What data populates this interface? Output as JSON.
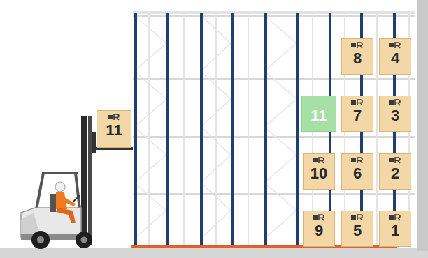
{
  "diagram": {
    "nodes": [
      {
        "text": [
          "8"
        ]
      },
      {
        "text": [
          "4"
        ]
      },
      {
        "text": [
          "11"
        ]
      },
      {
        "text": [
          "7"
        ]
      },
      {
        "text": [
          "3"
        ]
      },
      {
        "text": [
          "11"
        ]
      },
      {
        "text": [
          "10"
        ]
      },
      {
        "text": [
          "6"
        ]
      },
      {
        "text": [
          "2"
        ]
      },
      {
        "text": [
          "9"
        ]
      },
      {
        "text": [
          "5"
        ]
      },
      {
        "text": [
          "1"
        ]
      }
    ]
  }
}
